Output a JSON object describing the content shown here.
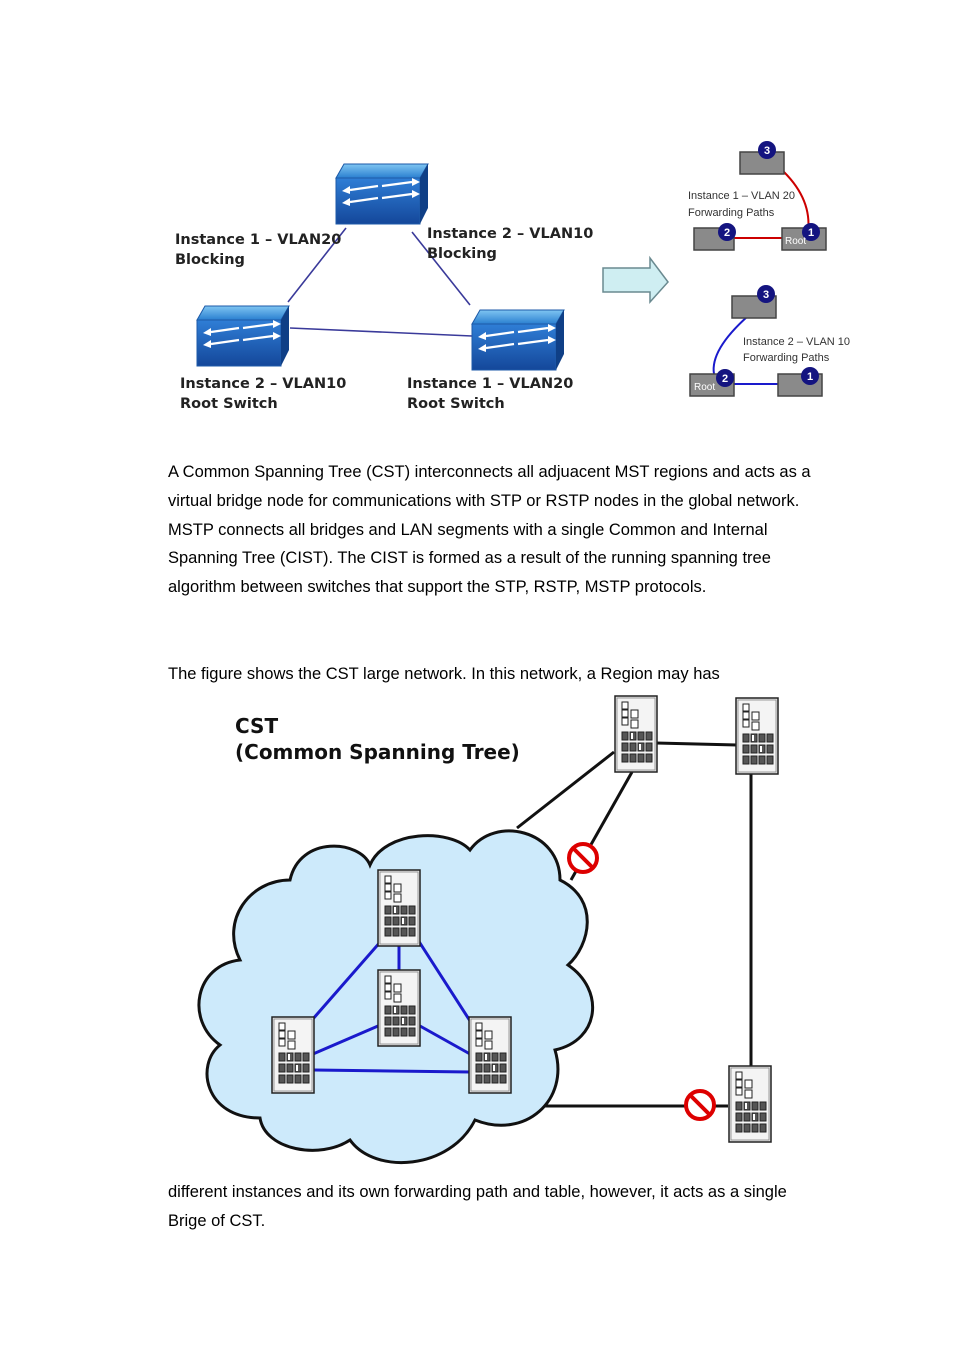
{
  "figure1": {
    "label_inst1_blocking_line1": "Instance 1 – VLAN20",
    "label_inst1_blocking_line2": "Blocking",
    "label_inst2_blocking_line1": "Instance 2 – VLAN10",
    "label_inst2_blocking_line2": "Blocking",
    "label_left_root_line1": "Instance 2 – VLAN10",
    "label_left_root_line2": "Root Switch",
    "label_right_root_line1": "Instance 1 – VLAN20",
    "label_right_root_line2": "Root Switch",
    "top_mini": {
      "caption_line1": "Instance 1 – VLAN 20",
      "caption_line2": "Forwarding Paths",
      "node_top": "3",
      "node_left": "2",
      "node_right": "1",
      "root_label": "Root"
    },
    "bottom_mini": {
      "caption_line1": "Instance 2 – VLAN 10",
      "caption_line2": "Forwarding Paths",
      "node_top": "3",
      "node_left": "2",
      "node_right": "1",
      "root_label": "Root"
    },
    "colors": {
      "red_path": "#cc0000",
      "blue_path": "#1a1acc",
      "node_fill": "#141480",
      "arrow_fill": "#cfeef2"
    }
  },
  "paragraph1": "A Common Spanning Tree (CST) interconnects all adjuacent MST regions and acts as a virtual bridge node for communications with STP or RSTP nodes in the global network. MSTP connects all bridges and LAN segments with a single Common and Internal Spanning Tree (CIST). The CIST is formed as a result of the running spanning tree algorithm between switches that support the STP, RSTP, MSTP protocols.",
  "paragraph2": "The figure shows the CST large network. In this network, a Region may has",
  "figure2": {
    "title_line1": "CST",
    "title_line2": "(Common Spanning Tree)",
    "colors": {
      "cloud_fill": "#cdeafb",
      "region_links": "#1a1acc",
      "blocked_icon": "#dd0000"
    }
  },
  "paragraph3": "different instances and its own forwarding path and table, however, it acts as a single Brige of CST."
}
